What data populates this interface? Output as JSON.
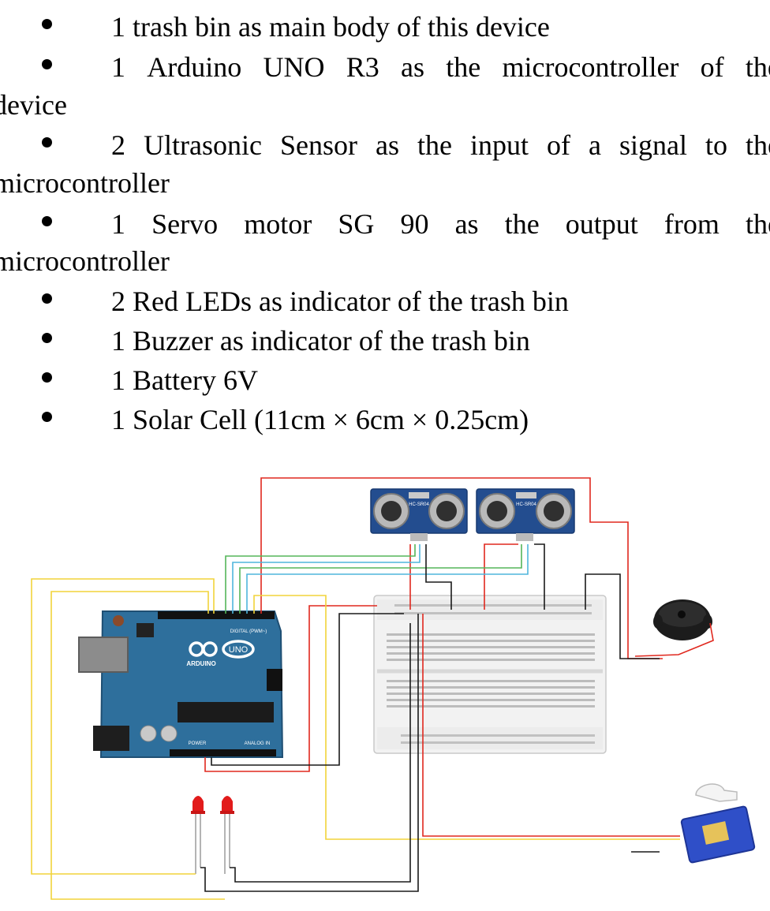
{
  "components_list": {
    "items": [
      {
        "text": "1 trash bin as main body of this device"
      },
      {
        "words": [
          "1",
          "Arduino",
          "UNO",
          "R3",
          "as",
          "the",
          "microcontroller",
          "of",
          "the"
        ],
        "continuation": "device"
      },
      {
        "words": [
          "2",
          "Ultrasonic",
          "Sensor",
          "as",
          "the",
          "input",
          "of",
          "a",
          "signal",
          "to",
          "the"
        ],
        "continuation": "microcontroller"
      },
      {
        "words": [
          "1",
          "Servo",
          "motor",
          "SG",
          "90",
          "as",
          "the",
          "output",
          "from",
          "the"
        ],
        "continuation": "microcontroller"
      },
      {
        "text": "2 Red LEDs as indicator of the trash bin"
      },
      {
        "text": "1 Buzzer as indicator of the trash bin"
      },
      {
        "text": "1 Battery 6V"
      },
      {
        "text": "1 Solar Cell (11cm × 6cm × 0.25cm)"
      }
    ]
  },
  "diagram": {
    "arduino": {
      "digital_label": "DIGITAL (PWM~)",
      "logo_text": "UNO",
      "brand_text": "ARDUINO",
      "power_label": "POWER",
      "analog_label": "ANALOG IN"
    },
    "sensor_1_label": "HC-SR04",
    "sensor_2_label": "HC-SR04",
    "colors": {
      "wire_red": "#e0281e",
      "wire_yellow": "#f2d43a",
      "wire_green": "#55b65a",
      "wire_cyan": "#4fb5dc",
      "wire_black": "#1a1a1a",
      "board_blue": "#2e6f9c",
      "sensor_blue": "#234d8f",
      "breadboard": "#f2f2f2",
      "led_red": "#e21b1b",
      "servo_blue": "#2f4fc8"
    }
  }
}
